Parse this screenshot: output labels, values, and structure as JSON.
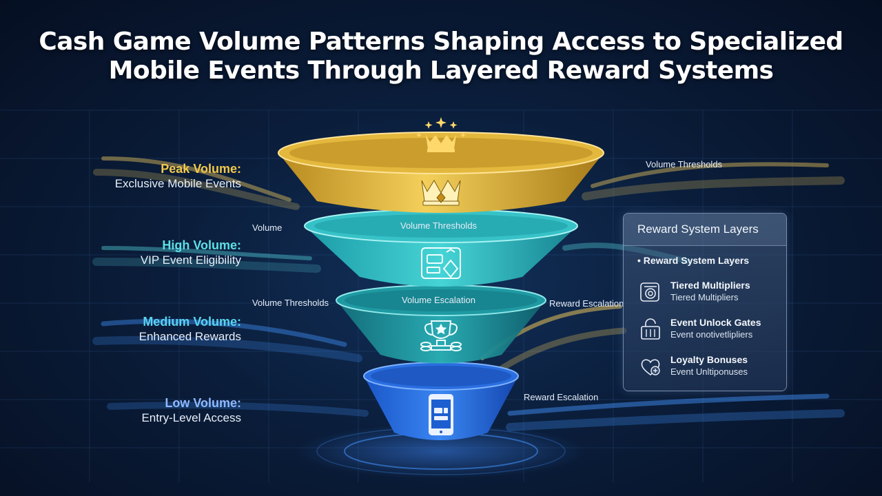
{
  "title": {
    "line1": "Cash Game Volume Patterns Shaping Access to Specialized",
    "line2": "Mobile Events Through Layered Reward Systems"
  },
  "tiers": [
    {
      "heading": "Peak Volume:",
      "subtitle": "Exclusive Mobile Events",
      "color": "#f2c94c",
      "icon": "crown-icon"
    },
    {
      "heading": "High Volume:",
      "subtitle": "VIP Event Eligibility",
      "color": "#5de0e6",
      "icon": "vip-cards-icon"
    },
    {
      "heading": "Medium Volume:",
      "subtitle": "Enhanced Rewards",
      "color": "#5ad4f0",
      "icon": "trophy-icon"
    },
    {
      "heading": "Low Volume:",
      "subtitle": "Entry-Level Access",
      "color": "#8fb8ff",
      "icon": "mobile-phone-icon"
    }
  ],
  "notes": {
    "top_right": "Volume Thresholds",
    "left_1": "Volume",
    "teal_band": "Volume Thresholds",
    "left_2": "Volume Thresholds",
    "mid_band": "Volume Escalation",
    "right_1": "Reward Escalation",
    "right_2": "Reward Escalation"
  },
  "panel": {
    "title": "Reward System Layers",
    "subtitle": "• Reward System Layers",
    "items": [
      {
        "title": "Tiered Multipliers",
        "desc": "Tiered Multipliers",
        "icon": "multiplier-icon"
      },
      {
        "title": "Event Unlock Gates",
        "desc": "Event onotivetlipliers",
        "icon": "unlock-gate-icon"
      },
      {
        "title": "Loyalty Bonuses",
        "desc": "Event Unltiponuses",
        "icon": "loyalty-heart-icon"
      }
    ]
  }
}
